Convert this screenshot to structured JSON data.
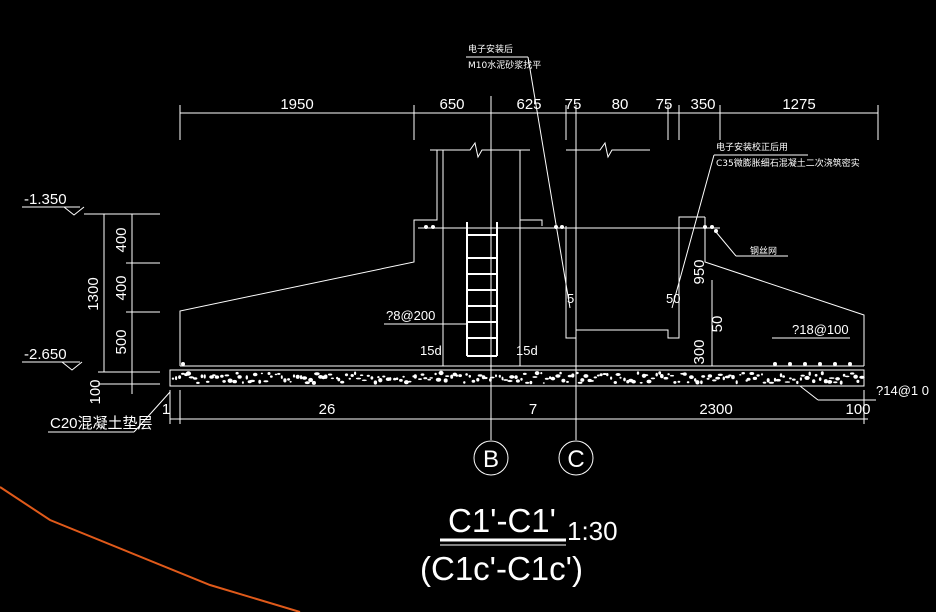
{
  "dimensions_top": [
    "1950",
    "650",
    "625",
    "75",
    "80",
    "75",
    "350",
    "1275"
  ],
  "dimensions_bottom": [
    "1",
    "26",
    "7",
    "2300",
    "100"
  ],
  "dimensions_left": [
    "400",
    "400",
    "500",
    "1300",
    "100"
  ],
  "dimensions_inner": [
    "950",
    "50",
    "300",
    "5",
    "50"
  ],
  "elevations": [
    "-1.350",
    "-2.650"
  ],
  "notes": {
    "top_note_line1": "电子安装后",
    "top_note_line2": "M10水泥砂浆找平",
    "right_note_line1": "电子安装校正后用",
    "right_note_line2": "C35微膨胀细石混凝土二次浇筑密实",
    "waterstop": "钢丝网",
    "rebar_stirrup": "?8@200",
    "rebar_top": "?18@100",
    "rebar_bottom": "?14@1 0",
    "anchor_left": "15d",
    "anchor_right": "15d",
    "cushion": "C20混凝土垫层"
  },
  "axes": [
    "B",
    "C"
  ],
  "title": {
    "main": "C1'-C1'",
    "scale": "1:30",
    "sub": "(C1c'-C1c')"
  },
  "colors": {
    "background": "#000000",
    "lines": "#ffffff",
    "accent_line": "#e05a1a"
  }
}
